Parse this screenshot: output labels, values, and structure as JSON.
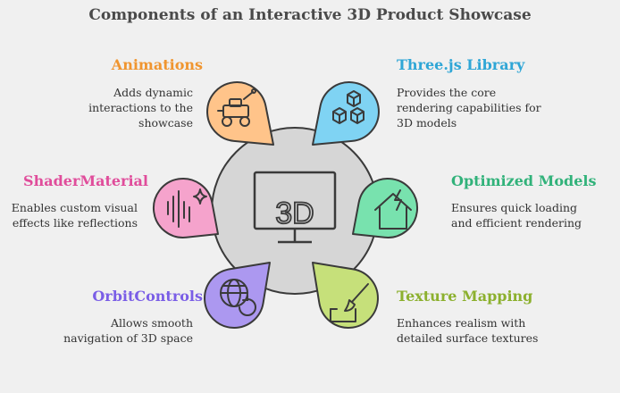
{
  "title": "Components of an Interactive 3D Product Showcase",
  "center": {
    "text": "3D"
  },
  "components": [
    {
      "title": "Animations",
      "color": "#f0952f",
      "fill": "#ffc48a",
      "icon": "robot-car-icon",
      "desc": [
        "Adds dynamic",
        "interactions to the",
        "showcase"
      ]
    },
    {
      "title": "Three.js Library",
      "color": "#2fa6d6",
      "fill": "#7fd3f3",
      "icon": "cubes-icon",
      "desc": [
        "Provides the core",
        "rendering capabilities for",
        "3D models"
      ]
    },
    {
      "title": "ShaderMaterial",
      "color": "#e04d9b",
      "fill": "#f5a3cc",
      "icon": "sound-sparkle-icon",
      "desc": [
        "Enables custom visual",
        "effects like reflections"
      ]
    },
    {
      "title": "Optimized Models",
      "color": "#31b27a",
      "fill": "#78e2ae",
      "icon": "house-lightning-icon",
      "desc": [
        "Ensures quick loading",
        "and efficient rendering"
      ]
    },
    {
      "title": "OrbitControls",
      "color": "#7a5ee6",
      "fill": "#ac98f0",
      "icon": "globe-refresh-icon",
      "desc": [
        "Allows smooth",
        "navigation of 3D space"
      ]
    },
    {
      "title": "Texture Mapping",
      "color": "#8cb02e",
      "fill": "#c6e07a",
      "icon": "brush-canvas-icon",
      "desc": [
        "Enhances realism with",
        "detailed surface textures"
      ]
    }
  ]
}
